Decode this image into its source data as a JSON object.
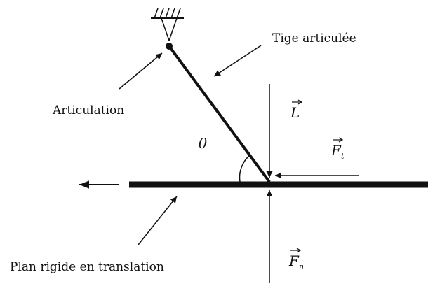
{
  "labels": {
    "rod": "Tige articulée",
    "joint": "Articulation",
    "plane": "Plan rigide en translation",
    "angle": "θ"
  },
  "forces": {
    "lift": {
      "letter": "L",
      "sub": ""
    },
    "tangential": {
      "letter": "F",
      "sub": "t"
    },
    "normal": {
      "letter": "F",
      "sub": "n"
    }
  },
  "colors": {
    "ink": "#111111",
    "background": "#ffffff"
  }
}
